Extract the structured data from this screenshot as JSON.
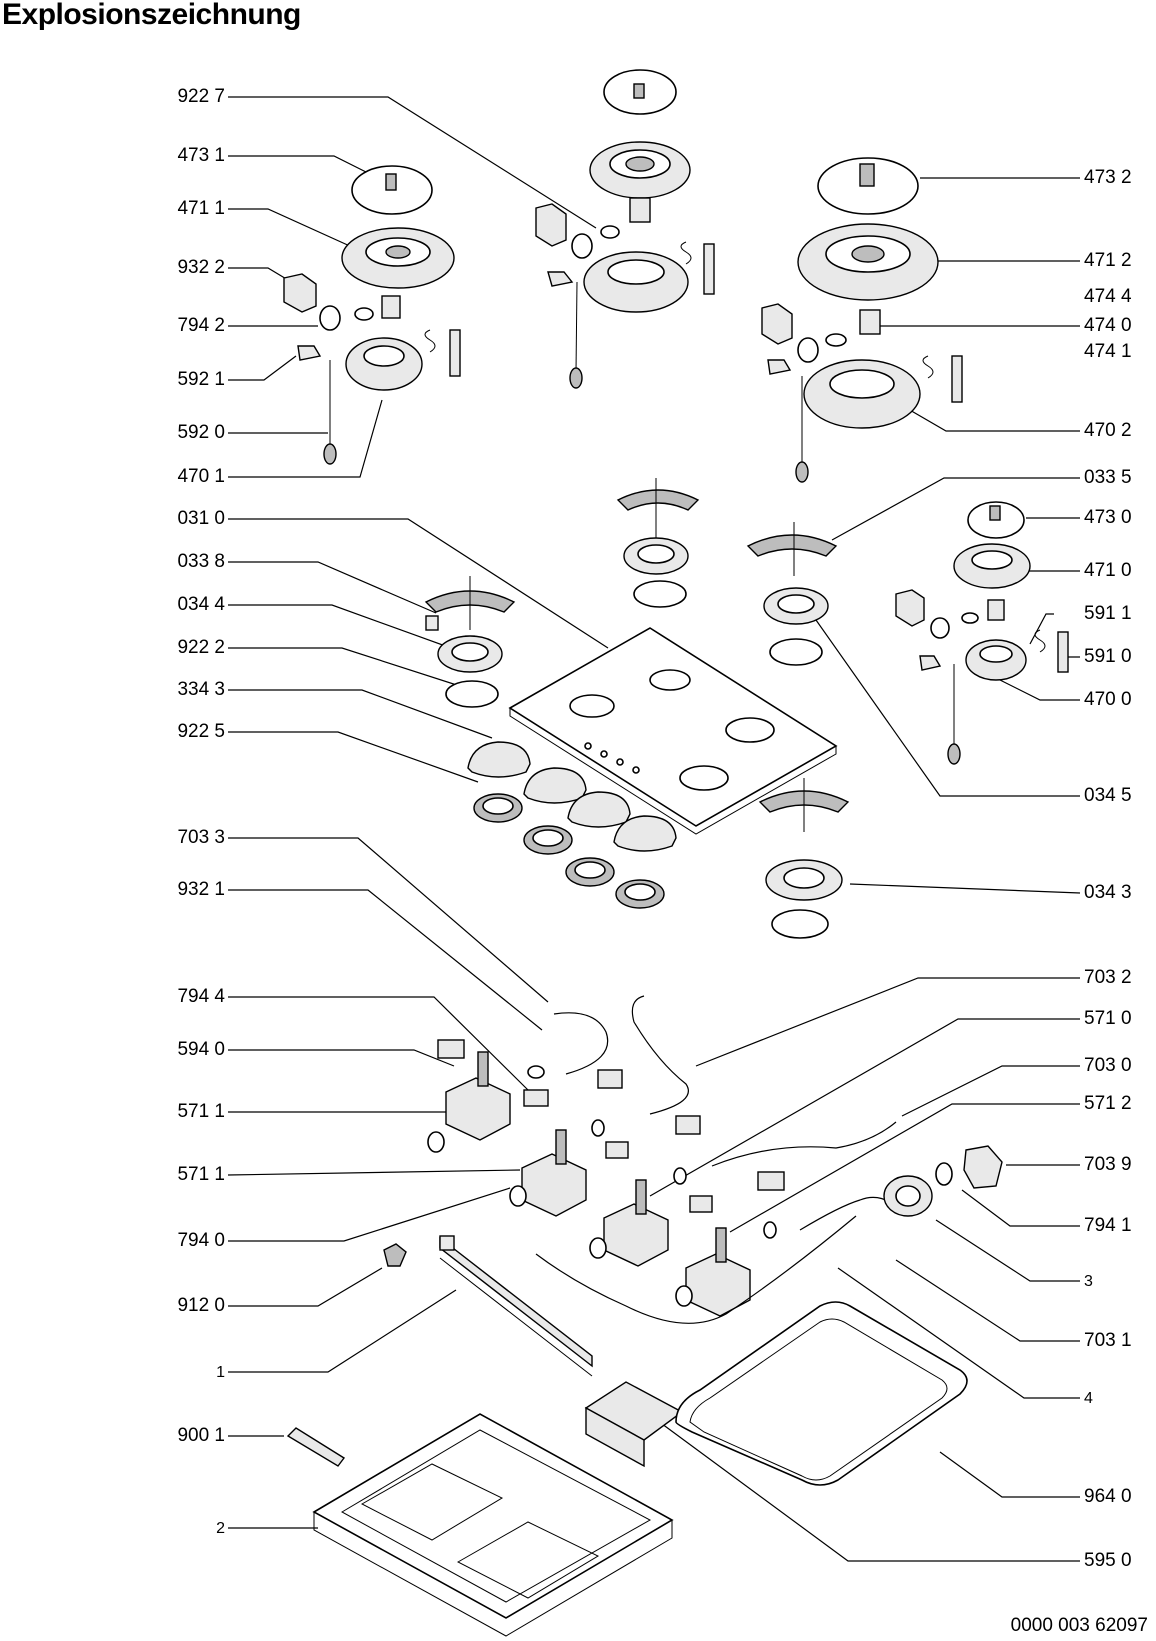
{
  "title": "Explosionszeichnung",
  "doc_number": "0000 003 62097",
  "labels_left": [
    {
      "id": "l-922-7",
      "text": "922 7"
    },
    {
      "id": "l-473-1",
      "text": "473 1"
    },
    {
      "id": "l-471-1",
      "text": "471 1"
    },
    {
      "id": "l-932-2",
      "text": "932 2"
    },
    {
      "id": "l-794-2",
      "text": "794 2"
    },
    {
      "id": "l-592-1",
      "text": "592 1"
    },
    {
      "id": "l-592-0",
      "text": "592 0"
    },
    {
      "id": "l-470-1",
      "text": "470 1"
    },
    {
      "id": "l-031-0",
      "text": "031 0"
    },
    {
      "id": "l-033-8",
      "text": "033 8"
    },
    {
      "id": "l-034-4",
      "text": "034 4"
    },
    {
      "id": "l-922-2",
      "text": "922 2"
    },
    {
      "id": "l-334-3",
      "text": "334 3"
    },
    {
      "id": "l-922-5",
      "text": "922 5"
    },
    {
      "id": "l-703-3",
      "text": "703 3"
    },
    {
      "id": "l-932-1",
      "text": "932 1"
    },
    {
      "id": "l-794-4",
      "text": "794 4"
    },
    {
      "id": "l-594-0",
      "text": "594 0"
    },
    {
      "id": "l-571-1a",
      "text": "571 1"
    },
    {
      "id": "l-571-1b",
      "text": "571 1"
    },
    {
      "id": "l-794-0",
      "text": "794 0"
    },
    {
      "id": "l-912-0",
      "text": "912 0"
    },
    {
      "id": "l-1",
      "text": "1"
    },
    {
      "id": "l-900-1",
      "text": "900 1"
    },
    {
      "id": "l-2",
      "text": "2"
    }
  ],
  "labels_right": [
    {
      "id": "r-473-2",
      "text": "473 2"
    },
    {
      "id": "r-471-2",
      "text": "471 2"
    },
    {
      "id": "r-474-4",
      "text": "474 4"
    },
    {
      "id": "r-474-0",
      "text": "474 0"
    },
    {
      "id": "r-474-1",
      "text": "474 1"
    },
    {
      "id": "r-470-2",
      "text": "470 2"
    },
    {
      "id": "r-033-5",
      "text": "033 5"
    },
    {
      "id": "r-473-0",
      "text": "473 0"
    },
    {
      "id": "r-471-0",
      "text": "471 0"
    },
    {
      "id": "r-591-1",
      "text": "591 1"
    },
    {
      "id": "r-591-0",
      "text": "591 0"
    },
    {
      "id": "r-470-0",
      "text": "470 0"
    },
    {
      "id": "r-034-5",
      "text": "034 5"
    },
    {
      "id": "r-034-3",
      "text": "034 3"
    },
    {
      "id": "r-703-2",
      "text": "703 2"
    },
    {
      "id": "r-571-0",
      "text": "571 0"
    },
    {
      "id": "r-703-0",
      "text": "703 0"
    },
    {
      "id": "r-571-2",
      "text": "571 2"
    },
    {
      "id": "r-703-9",
      "text": "703 9"
    },
    {
      "id": "r-794-1",
      "text": "794 1"
    },
    {
      "id": "r-3",
      "text": "3"
    },
    {
      "id": "r-703-1",
      "text": "703 1"
    },
    {
      "id": "r-4",
      "text": "4"
    },
    {
      "id": "r-964-0",
      "text": "964 0"
    },
    {
      "id": "r-595-0",
      "text": "595 0"
    }
  ]
}
